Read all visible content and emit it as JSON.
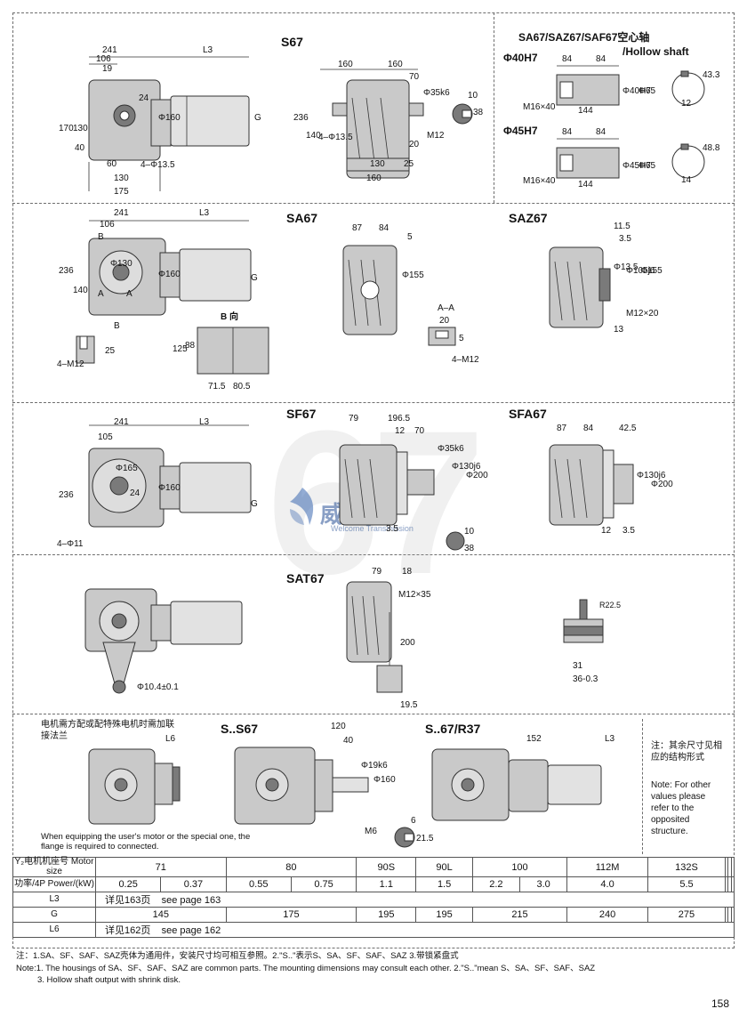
{
  "sections": {
    "s67": {
      "title": "S67"
    },
    "hollow": {
      "title": "SA67/SAZ67/SAF67空心轴",
      "subtitle": "/Hollow shaft",
      "d40": "Φ40H7",
      "d45": "Φ45H7",
      "dims40": [
        "84",
        "84",
        "M16×40",
        "144",
        "Φ40H7",
        "Φ65",
        "43.3",
        "12"
      ],
      "dims45": [
        "84",
        "84",
        "M16×40",
        "144",
        "Φ45H7",
        "Φ65",
        "48.8",
        "14"
      ]
    },
    "sa67": {
      "title": "SA67",
      "b_view": "B 向",
      "section": "A–A"
    },
    "saz67": {
      "title": "SAZ67"
    },
    "sf67": {
      "title": "SF67"
    },
    "sfa67": {
      "title": "SFA67"
    },
    "sat67": {
      "title": "SAT67"
    },
    "motor_flange": {
      "note_cn": "电机需方配或配特殊电机时需加联接法兰",
      "note_en": "When equipping the user's motor or the special one, the flange is required to connected.",
      "l6": "L6"
    },
    "ss67": {
      "title": "S..S67"
    },
    "s67r37": {
      "title": "S..67/R37"
    },
    "side_note": {
      "cn": "注：其余尺寸见相应的结构形式",
      "en": "Note: For other values please refer to the opposited structure."
    }
  },
  "dims": {
    "s67": [
      "241",
      "106",
      "19",
      "L3",
      "170",
      "130",
      "40",
      "24",
      "Φ160",
      "G",
      "60",
      "4–Φ13.5",
      "130",
      "175",
      "160",
      "160",
      "70",
      "Φ35k6",
      "10",
      "38",
      "236",
      "140",
      "4–Φ13.5",
      "20",
      "M12",
      "130",
      "25",
      "160"
    ],
    "sa67": [
      "241",
      "106",
      "L3",
      "236",
      "140",
      "Φ130",
      "Φ160",
      "G",
      "B",
      "A",
      "A",
      "B",
      "25",
      "4–M12",
      "87",
      "84",
      "5",
      "Φ155",
      "125",
      "88",
      "71.5",
      "80.5",
      "20",
      "5",
      "4–M12"
    ],
    "saz67": [
      "11.5",
      "3.5",
      "Φ13.5",
      "Φ105j6",
      "Φ155",
      "M12×20",
      "13"
    ],
    "sf67": [
      "241",
      "105",
      "L3",
      "236",
      "Φ165",
      "24",
      "Φ160",
      "G",
      "4–Φ11",
      "79",
      "196.5",
      "12",
      "70",
      "Φ35k6",
      "Φ130j6",
      "Φ200",
      "3.5",
      "10",
      "38"
    ],
    "sfa67": [
      "87",
      "84",
      "42.5",
      "Φ130j6",
      "Φ200",
      "12",
      "3.5"
    ],
    "sat67": [
      "79",
      "18",
      "M12×35",
      "200",
      "19.5",
      "R22.5",
      "Φ10.4±0.1",
      "31",
      "36-0.3"
    ],
    "ss67": [
      "120",
      "40",
      "Φ19k6",
      "Φ160",
      "M6",
      "6",
      "21.5"
    ],
    "s67r37": [
      "152",
      "L3"
    ]
  },
  "table": {
    "rows": [
      {
        "header": "Y₂电机机座号 Motor size",
        "cells": [
          "71",
          "80",
          "90S",
          "90L",
          "100",
          "112M",
          "132S",
          "",
          "",
          ""
        ]
      },
      {
        "header": "功率/4P Power/(kW)",
        "cells": [
          "0.25",
          "0.37",
          "0.55",
          "0.75",
          "1.1",
          "1.5",
          "2.2",
          "3.0",
          "4.0",
          "5.5"
        ]
      },
      {
        "header": "L3",
        "cells": [
          "详见163页",
          "see page 163"
        ]
      },
      {
        "header": "G",
        "cells": [
          "145",
          "175",
          "195",
          "195",
          "215",
          "240",
          "275",
          "",
          "",
          ""
        ]
      },
      {
        "header": "L6",
        "cells": [
          "详见162页",
          "see page 162"
        ]
      }
    ]
  },
  "footnotes": {
    "cn": "注：1.SA、SF、SAF、SAZ壳体为通用件，安装尺寸均可相互参照。2.\"S..\"表示S、SA、SF、SAF、SAZ 3.带锁紧盘式",
    "en1": "Note:1. The housings of SA、SF、SAF、SAZ are common parts. The mounting dimensions may consult each other. 2.\"S..\"mean S、SA、SF、SAF、SAZ",
    "en2": "3. Hollow shaft output with shrink disk."
  },
  "watermark": {
    "digits": "67",
    "brand": "威尔科",
    "brand_en": "Welcome Transmission"
  },
  "page_number": "158"
}
